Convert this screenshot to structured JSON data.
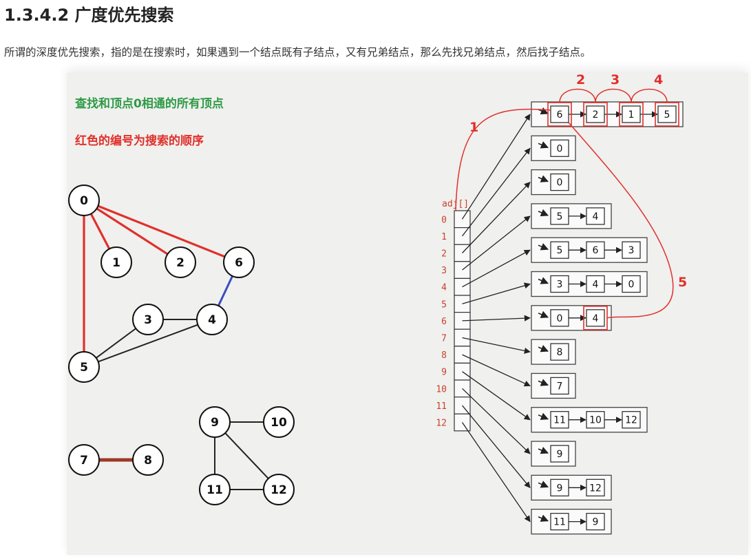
{
  "heading": "1.3.4.2 广度优先搜索",
  "description": "所谓的深度优先搜索，指的是在搜索时，如果遇到一个结点既有子结点，又有兄弟结点，那么先找兄弟结点，然后找子结点。",
  "figure": {
    "caption_green": "查找和顶点0相通的所有顶点",
    "caption_red": "红色的编号为搜索的顺序",
    "colors": {
      "red": "#e0302b",
      "blue": "#3a4bc0",
      "brown": "#9b3a26",
      "green": "#2e9a46",
      "index_text": "#c9402a"
    },
    "graph": {
      "vertices": [
        "0",
        "1",
        "2",
        "3",
        "4",
        "5",
        "6",
        "7",
        "8",
        "9",
        "10",
        "11",
        "12"
      ],
      "edges": [
        {
          "from": "0",
          "to": "1",
          "style": "red"
        },
        {
          "from": "0",
          "to": "2",
          "style": "red"
        },
        {
          "from": "0",
          "to": "6",
          "style": "red"
        },
        {
          "from": "0",
          "to": "5",
          "style": "red"
        },
        {
          "from": "6",
          "to": "4",
          "style": "blue"
        },
        {
          "from": "3",
          "to": "4",
          "style": "black"
        },
        {
          "from": "3",
          "to": "5",
          "style": "black"
        },
        {
          "from": "4",
          "to": "5",
          "style": "black"
        },
        {
          "from": "7",
          "to": "8",
          "style": "brown"
        },
        {
          "from": "9",
          "to": "10",
          "style": "black"
        },
        {
          "from": "9",
          "to": "11",
          "style": "black"
        },
        {
          "from": "9",
          "to": "12",
          "style": "black"
        },
        {
          "from": "11",
          "to": "12",
          "style": "black"
        }
      ]
    },
    "adj": {
      "label": "adj[]",
      "indices": [
        "0",
        "1",
        "2",
        "3",
        "4",
        "5",
        "6",
        "7",
        "8",
        "9",
        "10",
        "11",
        "12"
      ],
      "lists": [
        [
          "6",
          "2",
          "1",
          "5"
        ],
        [
          "0"
        ],
        [
          "0"
        ],
        [
          "5",
          "4"
        ],
        [
          "5",
          "6",
          "3"
        ],
        [
          "3",
          "4",
          "0"
        ],
        [
          "0",
          "4"
        ],
        [
          "8"
        ],
        [
          "7"
        ],
        [
          "11",
          "10",
          "12"
        ],
        [
          "9"
        ],
        [
          "9",
          "12"
        ],
        [
          "11",
          "9"
        ]
      ]
    },
    "order_labels": [
      "1",
      "2",
      "3",
      "4",
      "5"
    ]
  }
}
